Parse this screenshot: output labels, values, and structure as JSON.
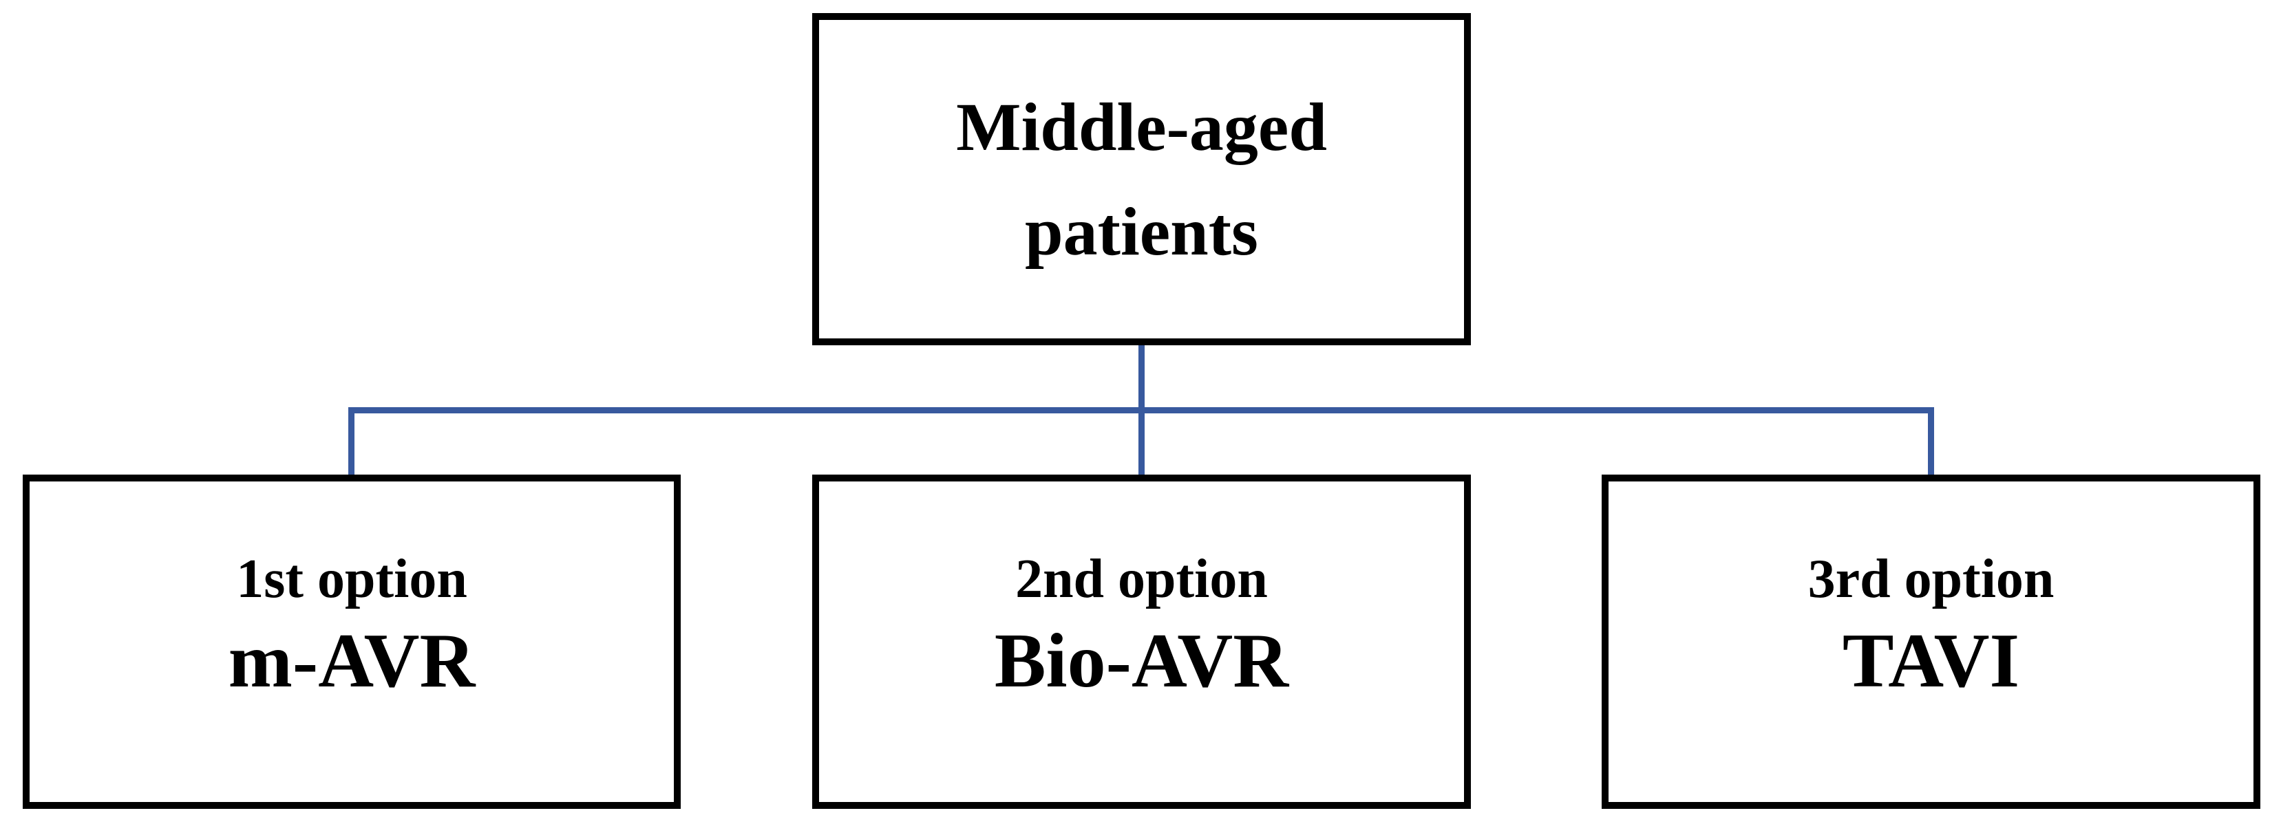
{
  "diagram": {
    "title_hint": "Treatment options flowchart for middle-aged patients",
    "root": {
      "lines": [
        "Middle-aged",
        "patients"
      ]
    },
    "children": [
      {
        "option": "1st option",
        "name": "m-AVR"
      },
      {
        "option": "2nd option",
        "name": "Bio-AVR"
      },
      {
        "option": "3rd option",
        "name": "TAVI"
      }
    ],
    "colors": {
      "connector": "#38599E",
      "border": "#000000",
      "background": "#FFFFFF",
      "text": "#000000"
    }
  }
}
